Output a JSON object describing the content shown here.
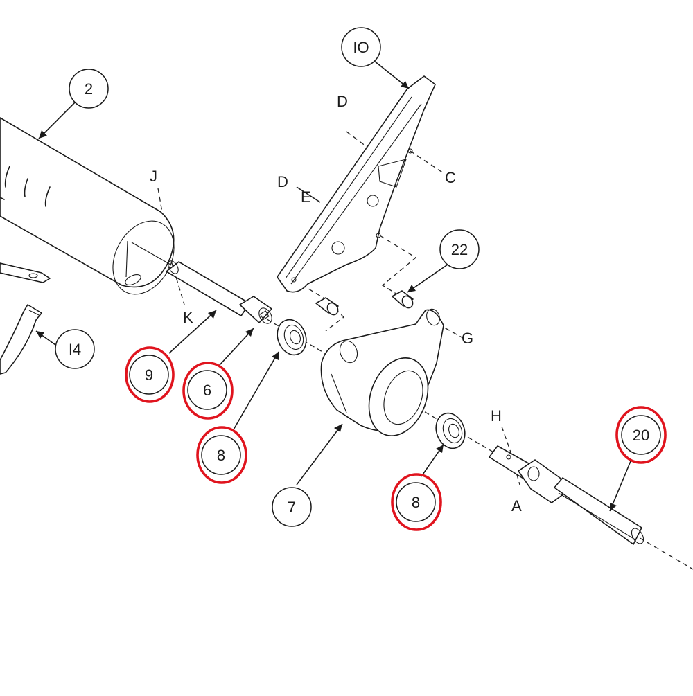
{
  "callouts": [
    {
      "id": "c2",
      "label": "2",
      "highlighted": false
    },
    {
      "id": "c10",
      "label": "IO",
      "highlighted": false
    },
    {
      "id": "c22",
      "label": "22",
      "highlighted": false
    },
    {
      "id": "c14",
      "label": "I4",
      "highlighted": false
    },
    {
      "id": "c9",
      "label": "9",
      "highlighted": true
    },
    {
      "id": "c6",
      "label": "6",
      "highlighted": true
    },
    {
      "id": "c8a",
      "label": "8",
      "highlighted": true
    },
    {
      "id": "c7",
      "label": "7",
      "highlighted": false
    },
    {
      "id": "c8b",
      "label": "8",
      "highlighted": true
    },
    {
      "id": "c20",
      "label": "20",
      "highlighted": true
    }
  ],
  "letters": {
    "D1": "D",
    "C": "C",
    "D2": "D",
    "E": "E",
    "J": "J",
    "K": "K",
    "G": "G",
    "H": "H",
    "A": "A"
  },
  "colors": {
    "highlight": "#e0141e",
    "line": "#1a1a1a",
    "background": "#ffffff"
  }
}
